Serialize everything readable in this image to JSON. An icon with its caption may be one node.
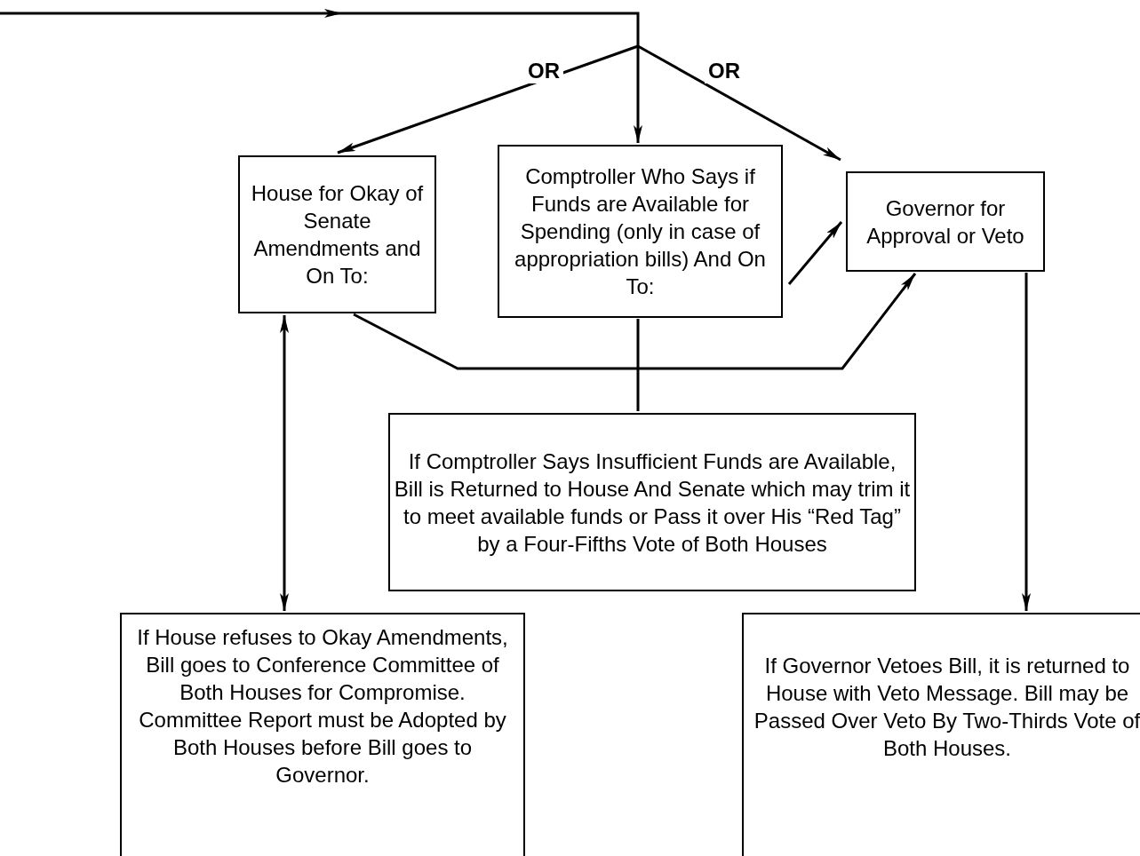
{
  "diagram": {
    "nodes": [
      {
        "text": [
          "House for Okay of Senate Amendments and On To:"
        ]
      },
      {
        "text": [
          "Comptroller Who Says if Funds are Available for Spending (only in case of appropriation bills) And On To:"
        ]
      },
      {
        "text": [
          "Governor for Approval or Veto"
        ]
      },
      {
        "text": [
          "If Comptroller Says Insufficient Funds are Available, Bill is Returned to House And Senate which may trim it to meet available funds or Pass it over His “Red Tag” by a Four-Fifths Vote of Both Houses"
        ]
      },
      {
        "text": [
          "If House refuses to Okay Amendments, Bill goes to Conference Committee of Both Houses for Compromise. Committee Report must be Adopted by Both Houses before Bill goes to Governor."
        ]
      },
      {
        "text": [
          "If Governor Vetoes Bill, it is returned to House with Veto Message. Bill may be Passed Over Veto By Two-Thirds Vote of Both Houses."
        ]
      }
    ],
    "edges": [
      {
        "from": null,
        "to": 0,
        "arrow": "to",
        "label": "OR"
      },
      {
        "from": null,
        "to": 1,
        "arrow": "to"
      },
      {
        "from": null,
        "to": 2,
        "arrow": "to",
        "label": "OR"
      },
      {
        "from": 1,
        "to": 2,
        "arrow": "to"
      },
      {
        "from": 0,
        "to": 2,
        "arrow": "to"
      },
      {
        "from": 1,
        "to": 3,
        "arrow": "none"
      },
      {
        "from": 0,
        "to": 4,
        "arrow": "both"
      },
      {
        "from": 2,
        "to": 5,
        "arrow": "to"
      }
    ]
  }
}
